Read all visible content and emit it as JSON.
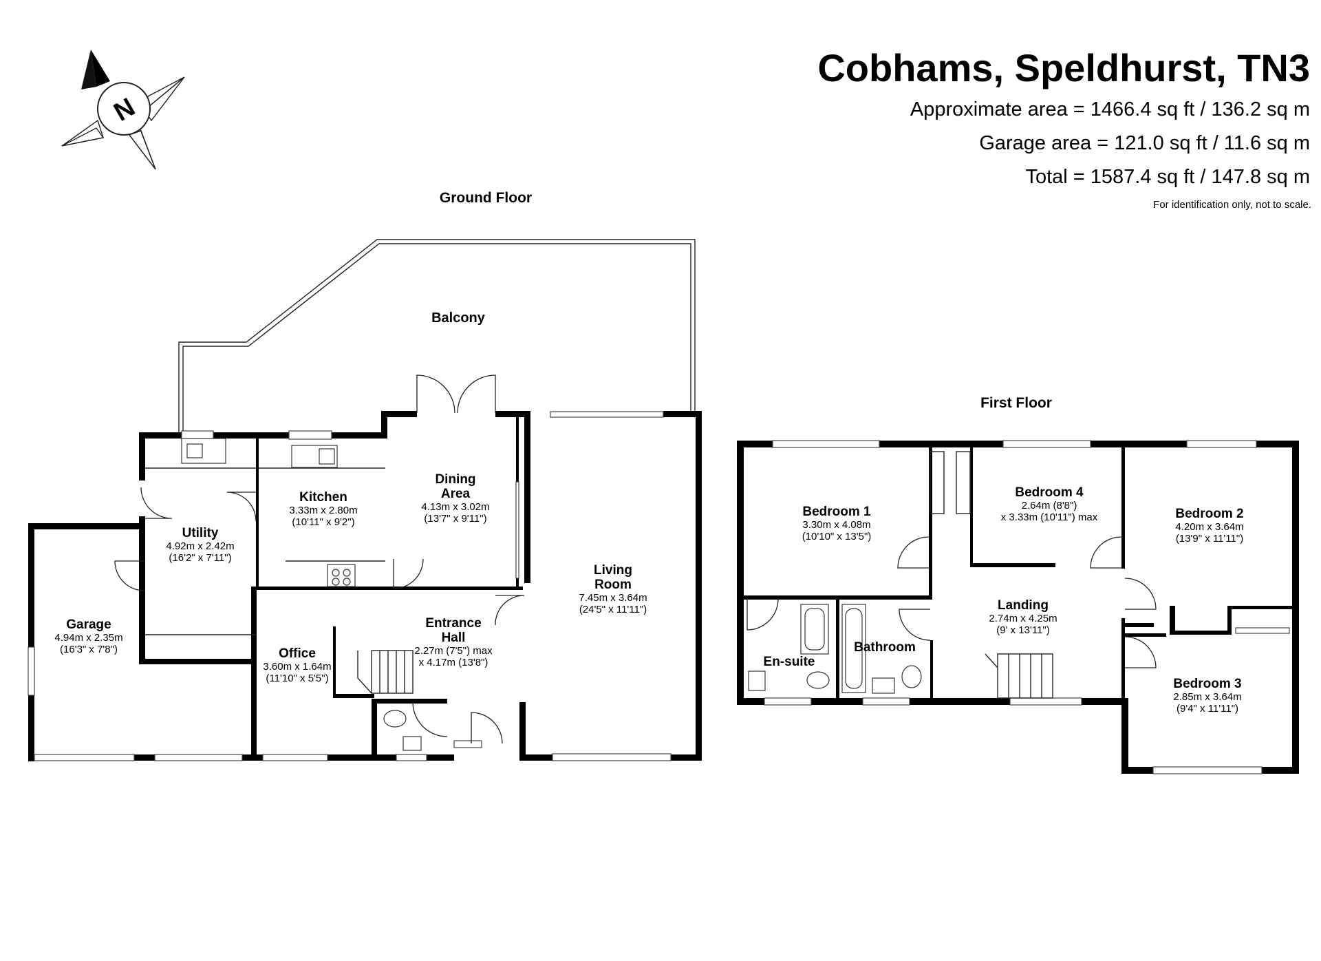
{
  "header": {
    "title": "Cobhams, Speldhurst, TN3",
    "approx_area": "Approximate area =  1466.4 sq ft /  136.2 sq m",
    "garage_area": "Garage area =  121.0 sq ft /  11.6 sq m",
    "total_area": "Total =  1587.4 sq ft /  147.8 sq m",
    "disclaimer": "For identification only, not to scale."
  },
  "compass": {
    "letter": "N",
    "icon": "north-compass-icon"
  },
  "floors": {
    "ground": {
      "label": "Ground Floor",
      "rooms": {
        "balcony": {
          "name": "Balcony"
        },
        "kitchen": {
          "name": "Kitchen",
          "dim1": "3.33m x 2.80m",
          "dim2": "(10'11\" x 9'2\")"
        },
        "dining": {
          "name1": "Dining",
          "name2": "Area",
          "dim1": "4.13m x 3.02m",
          "dim2": "(13'7\" x 9'11\")"
        },
        "utility": {
          "name": "Utility",
          "dim1": "4.92m x 2.42m",
          "dim2": "(16'2\" x 7'11\")"
        },
        "garage": {
          "name": "Garage",
          "dim1": "4.94m x 2.35m",
          "dim2": "(16'3\" x 7'8\")"
        },
        "office": {
          "name": "Office",
          "dim1": "3.60m x 1.64m",
          "dim2": "(11'10\" x 5'5\")"
        },
        "hall": {
          "name1": "Entrance",
          "name2": "Hall",
          "dim1": "2.27m (7'5\") max",
          "dim2": "x 4.17m (13'8\")"
        },
        "living": {
          "name1": "Living",
          "name2": "Room",
          "dim1": "7.45m x 3.64m",
          "dim2": "(24'5\" x 11'11\")"
        }
      }
    },
    "first": {
      "label": "First Floor",
      "rooms": {
        "bed1": {
          "name": "Bedroom 1",
          "dim1": "3.30m x 4.08m",
          "dim2": "(10'10\" x 13'5\")"
        },
        "bed4": {
          "name": "Bedroom 4",
          "dim1": "2.64m (8'8\")",
          "dim2": "x 3.33m (10'11\") max"
        },
        "bed2": {
          "name": "Bedroom 2",
          "dim1": "4.20m x 3.64m",
          "dim2": "(13'9\" x 11'11\")"
        },
        "landing": {
          "name": "Landing",
          "dim1": "2.74m x 4.25m",
          "dim2": "(9' x 13'11\")"
        },
        "bathroom": {
          "name": "Bathroom"
        },
        "ensuite": {
          "name": "En-suite"
        },
        "bed3": {
          "name": "Bedroom 3",
          "dim1": "2.85m x 3.64m",
          "dim2": "(9'4\" x 11'11\")"
        }
      }
    }
  }
}
